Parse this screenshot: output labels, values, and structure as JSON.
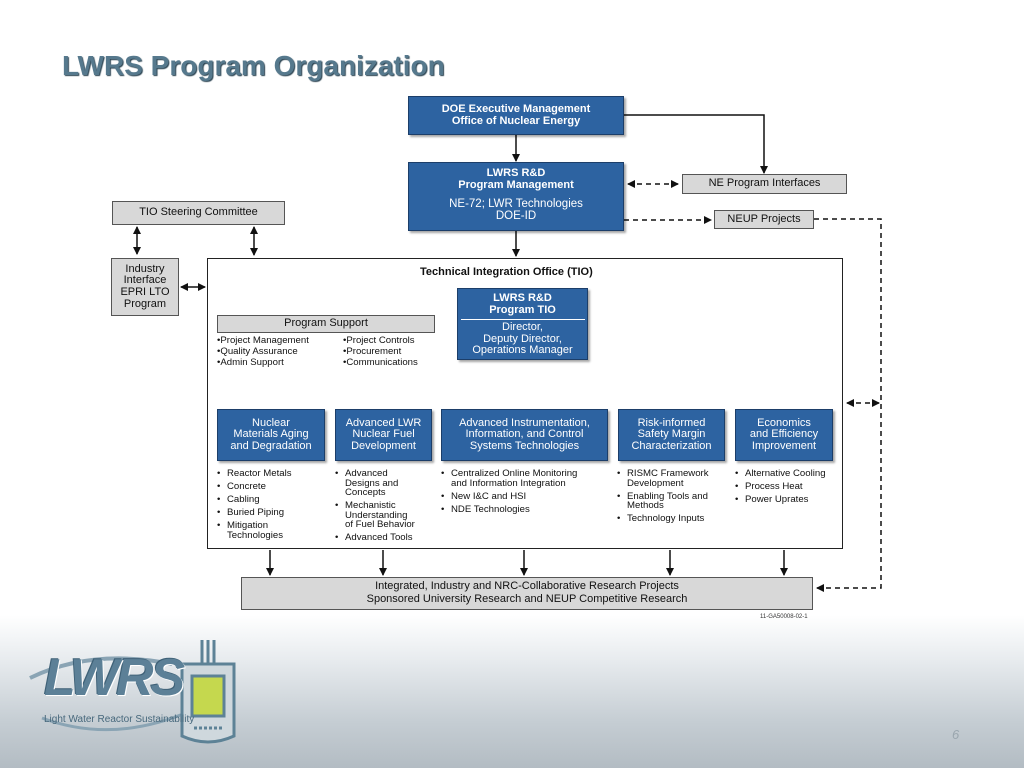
{
  "slide": {
    "title": "LWRS Program Organization",
    "page_number": "6",
    "doc_id": "11-GA50008-02-1"
  },
  "org": {
    "doe": {
      "line1": "DOE Executive Management",
      "line2": "Office of Nuclear Energy"
    },
    "mgmt": {
      "line1": "LWRS R&D",
      "line2": "Program Management",
      "line3": "NE-72; LWR Technologies",
      "line4": "DOE-ID"
    },
    "ne_interfaces": "NE Program Interfaces",
    "neup": "NEUP Projects",
    "steering": "TIO Steering Committee",
    "industry": {
      "line1": "Industry",
      "line2": "Interface",
      "line3": "EPRI LTO",
      "line4": "Program"
    },
    "tio_title": "Technical Integration Office (TIO)",
    "tio_box": {
      "line1": "LWRS R&D",
      "line2": "Program TIO",
      "line3": "Director,",
      "line4": "Deputy Director,",
      "line5": "Operations Manager"
    },
    "program_support": {
      "label": "Program Support",
      "col1": [
        "Project Management",
        "Quality Assurance",
        "Admin Support"
      ],
      "col2": [
        "Project Controls",
        "Procurement",
        "Communications"
      ]
    },
    "pathways": [
      {
        "l1": "Nuclear",
        "l2": "Materials Aging",
        "l3": "and Degradation",
        "bullets": [
          [
            "Reactor Metals"
          ],
          [
            "Concrete"
          ],
          [
            "Cabling"
          ],
          [
            "Buried Piping"
          ],
          [
            "Mitigation",
            "Technologies"
          ]
        ]
      },
      {
        "l1": "Advanced LWR",
        "l2": "Nuclear Fuel",
        "l3": "Development",
        "bullets": [
          [
            "Advanced",
            "Designs and",
            "Concepts"
          ],
          [
            "Mechanistic",
            "Understanding",
            "of Fuel Behavior"
          ],
          [
            "Advanced Tools"
          ]
        ]
      },
      {
        "l1": "Advanced Instrumentation,",
        "l2": "Information, and Control",
        "l3": "Systems Technologies",
        "bullets": [
          [
            "Centralized Online Monitoring",
            "and Information Integration"
          ],
          [
            "New I&C and HSI"
          ],
          [
            "NDE Technologies"
          ]
        ]
      },
      {
        "l1": "Risk-informed",
        "l2": "Safety Margin",
        "l3": "Characterization",
        "bullets": [
          [
            "RISMC Framework",
            "Development"
          ],
          [
            "Enabling Tools and",
            "Methods"
          ],
          [
            "Technology Inputs"
          ]
        ]
      },
      {
        "l1": "Economics",
        "l2": "and Efficiency",
        "l3": "Improvement",
        "bullets": [
          [
            "Alternative Cooling"
          ],
          [
            "Process Heat"
          ],
          [
            "Power Uprates"
          ]
        ]
      }
    ],
    "research": {
      "line1": "Integrated, Industry and NRC-Collaborative Research Projects",
      "line2": "Sponsored University Research and NEUP Competitive Research"
    }
  },
  "logo": {
    "text": "LWRS",
    "subtitle": "Light Water Reactor Sustainability"
  },
  "colors": {
    "title": "#56798d",
    "box_blue": "#2d63a1",
    "box_gray": "#d8d8d8"
  }
}
